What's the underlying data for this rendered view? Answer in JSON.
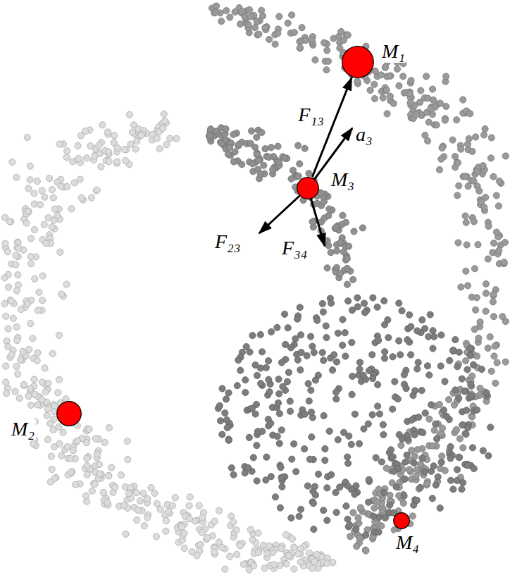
{
  "diagram": {
    "nodes": [
      {
        "text": [
          "M₁"
        ]
      },
      {
        "text": [
          "M₃"
        ]
      },
      {
        "text": [
          "M₂"
        ]
      },
      {
        "text": [
          "M₄"
        ]
      }
    ],
    "edges": [
      {
        "from": 1,
        "to": 0,
        "arrow": "to",
        "label": "F₁₃"
      }
    ],
    "labels": [
      "a₃",
      "F₂₃",
      "F₃₄"
    ]
  }
}
